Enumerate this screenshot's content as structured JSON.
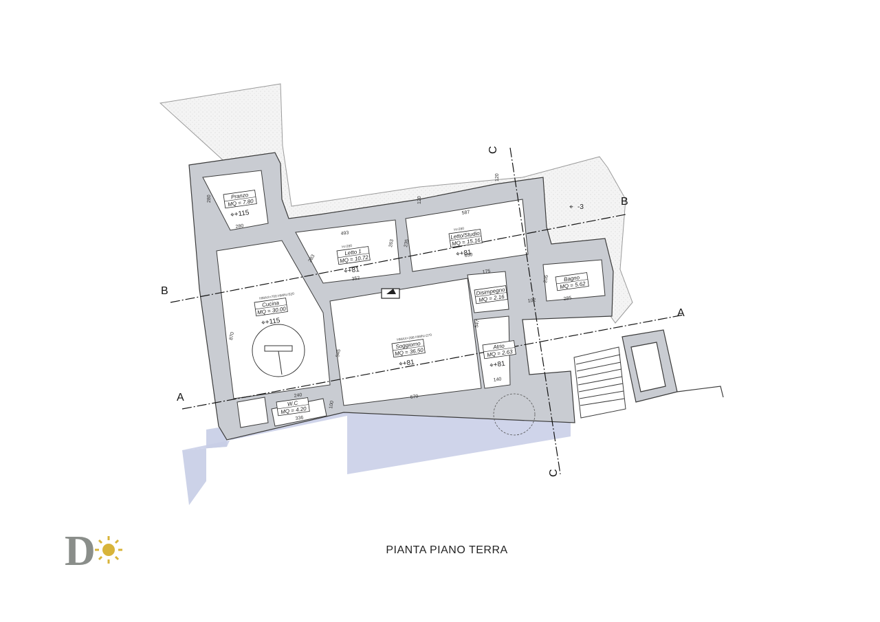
{
  "title": "PIANTA PIANO TERRA",
  "colors": {
    "wall_fill": "#c9ccd2",
    "wall_stroke": "#3a3a3a",
    "shade": "#c7cde6",
    "site": "#9a9a9a"
  },
  "rooms": [
    {
      "id": "pranzo",
      "name": "Pranzo",
      "area": "MQ = 7.80",
      "level": "+115",
      "h": ""
    },
    {
      "id": "letto1",
      "name": "Letto 1",
      "area": "MQ = 10.72",
      "level": "+81",
      "h": "H=280"
    },
    {
      "id": "letto-studio",
      "name": "Letto/Studio",
      "area": "MQ = 15.16",
      "level": "+81",
      "h": "H=280"
    },
    {
      "id": "bagno",
      "name": "Bagno",
      "area": "MQ = 5.62",
      "level": "",
      "h": ""
    },
    {
      "id": "cucina",
      "name": "Cucina",
      "area": "MQ = 30.00",
      "level": "+115",
      "h": "HMAX=700 HMIN=520"
    },
    {
      "id": "disimpegno",
      "name": "Disimpegno",
      "area": "MQ = 2.16",
      "level": "",
      "h": ""
    },
    {
      "id": "soggiorno",
      "name": "Soggiorno",
      "area": "MQ = 36.50",
      "level": "+81",
      "h": "HMAX=288 HMIN=270"
    },
    {
      "id": "atrio",
      "name": "Atrio",
      "area": "MQ = 2.63",
      "level": "+81",
      "h": ""
    },
    {
      "id": "wc",
      "name": "W.C",
      "area": "MQ = 4.20",
      "level": "",
      "h": ""
    }
  ],
  "outside_level": "-3",
  "dimensions": [
    "280",
    "280",
    "493",
    "352",
    "263",
    "283",
    "235",
    "587",
    "650",
    "175",
    "102",
    "205",
    "285",
    "547",
    "545",
    "670",
    "140",
    "240",
    "336",
    "100",
    "870",
    "120",
    "120"
  ],
  "sections": {
    "a": "A",
    "b": "B",
    "c": "C"
  }
}
